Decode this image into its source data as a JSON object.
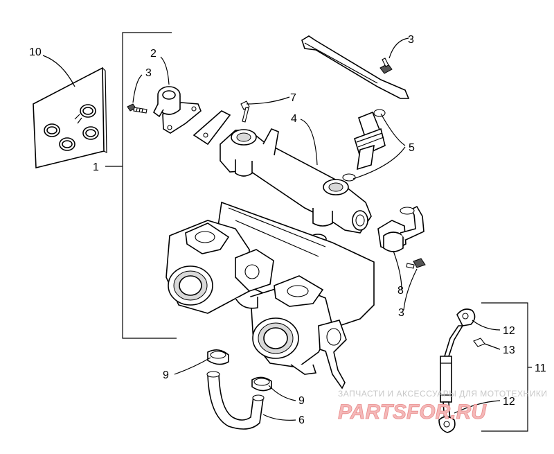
{
  "callouts": {
    "c1": "1",
    "c2": "2",
    "c3a": "3",
    "c3b": "3",
    "c3c": "3",
    "c4": "4",
    "c5": "5",
    "c6": "6",
    "c7": "7",
    "c8": "8",
    "c9a": "9",
    "c9b": "9",
    "c10": "10",
    "c11": "11",
    "c12a": "12",
    "c12b": "12",
    "c13": "13"
  },
  "watermark": {
    "tagline": "ЗАПЧАСТИ И АКСЕССУАРЫ ДЛЯ МОТОТЕХНИКИ",
    "logo": "PARTSFOR.RU"
  }
}
